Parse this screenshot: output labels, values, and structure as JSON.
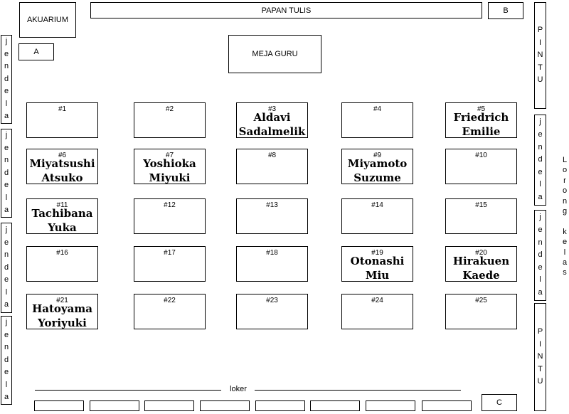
{
  "aquarium": "AKUARIUM",
  "blackboard": "PAPAN TULIS",
  "teacher_desk": "MEJA GURU",
  "marker_a": "A",
  "marker_b": "B",
  "marker_c": "C",
  "locker_label": "loker",
  "window_label": "jendela",
  "door_label": "PINTU",
  "hallway_label": "Lorong kelas",
  "desks": [
    {
      "num": "#1",
      "student": ""
    },
    {
      "num": "#2",
      "student": ""
    },
    {
      "num": "#3",
      "student": "Aldavi\nSadalmelik"
    },
    {
      "num": "#4",
      "student": ""
    },
    {
      "num": "#5",
      "student": "Friedrich\nEmilie"
    },
    {
      "num": "#6",
      "student": "Miyatsushi\nAtsuko"
    },
    {
      "num": "#7",
      "student": "Yoshioka\nMiyuki"
    },
    {
      "num": "#8",
      "student": ""
    },
    {
      "num": "#9",
      "student": "Miyamoto\nSuzume"
    },
    {
      "num": "#10",
      "student": ""
    },
    {
      "num": "#11",
      "student": "Tachibana\nYuka"
    },
    {
      "num": "#12",
      "student": ""
    },
    {
      "num": "#13",
      "student": ""
    },
    {
      "num": "#14",
      "student": ""
    },
    {
      "num": "#15",
      "student": ""
    },
    {
      "num": "#16",
      "student": ""
    },
    {
      "num": "#17",
      "student": ""
    },
    {
      "num": "#18",
      "student": ""
    },
    {
      "num": "#19",
      "student": "Otonashi\nMiu"
    },
    {
      "num": "#20",
      "student": "Hirakuen\nKaede"
    },
    {
      "num": "#21",
      "student": "Hatoyama\nYoriyuki"
    },
    {
      "num": "#22",
      "student": ""
    },
    {
      "num": "#23",
      "student": ""
    },
    {
      "num": "#24",
      "student": ""
    },
    {
      "num": "#25",
      "student": ""
    }
  ]
}
